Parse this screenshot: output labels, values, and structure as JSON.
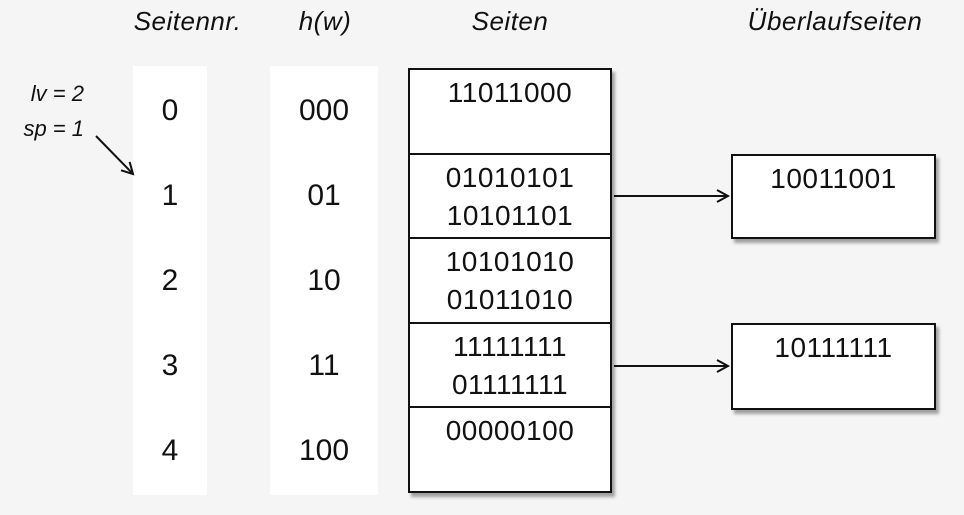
{
  "colors": {
    "background": "#f5f5f5",
    "box_background": "#ffffff",
    "line": "#111111"
  },
  "headers": {
    "seitennr": "Seitennr.",
    "hw": "h(w)",
    "seiten": "Seiten",
    "ueberlaufseiten": "Überlaufseiten"
  },
  "annotation": {
    "lv": "lv = 2",
    "sp": "sp = 1"
  },
  "table": {
    "rows": [
      {
        "nr": "0",
        "hw": "000",
        "entries": [
          "11011000"
        ]
      },
      {
        "nr": "1",
        "hw": "01",
        "entries": [
          "01010101",
          "10101101"
        ],
        "overflow": "10011001"
      },
      {
        "nr": "2",
        "hw": "10",
        "entries": [
          "10101010",
          "01011010"
        ]
      },
      {
        "nr": "3",
        "hw": "11",
        "entries": [
          "11111111",
          "01111111"
        ],
        "overflow": "10111111"
      },
      {
        "nr": "4",
        "hw": "100",
        "entries": [
          "00000100"
        ]
      }
    ]
  }
}
